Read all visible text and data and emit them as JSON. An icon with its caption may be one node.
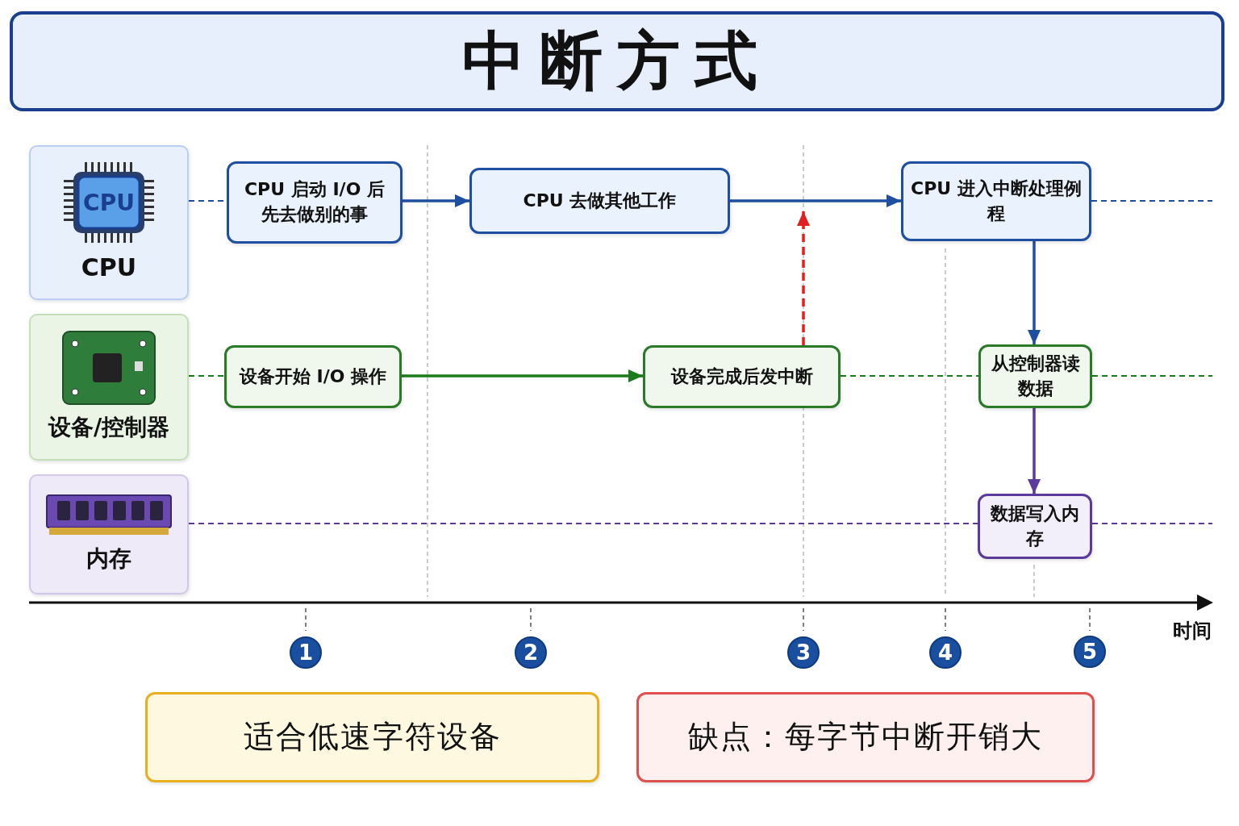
{
  "diagram": {
    "title": "中断方式",
    "nodes": [
      {
        "text": [
          "CPU"
        ]
      },
      {
        "text": [
          "设备/控制器"
        ]
      },
      {
        "text": [
          "内存"
        ]
      },
      {
        "text": [
          "CPU 启动 I/O 后先去做别的事"
        ]
      },
      {
        "text": [
          "CPU 去做其他工作"
        ]
      },
      {
        "text": [
          "CPU 进入中断处理例程"
        ]
      },
      {
        "text": [
          "设备开始 I/O 操作"
        ]
      },
      {
        "text": [
          "设备完成后发中断"
        ]
      },
      {
        "text": [
          "从控制器读数据"
        ]
      },
      {
        "text": [
          "数据写入内存"
        ]
      },
      {
        "text": [
          "1"
        ]
      },
      {
        "text": [
          "2"
        ]
      },
      {
        "text": [
          "3"
        ]
      },
      {
        "text": [
          "4"
        ]
      },
      {
        "text": [
          "5"
        ]
      },
      {
        "text": [
          "适合低速字符设备"
        ]
      },
      {
        "text": [
          "缺点：每字节中断开销大"
        ]
      }
    ],
    "edges": [
      {
        "from": 3,
        "to": 4,
        "arrow": "to",
        "color": "#1f4fa0"
      },
      {
        "from": 4,
        "to": 5,
        "arrow": "to",
        "color": "#1f4fa0"
      },
      {
        "from": 7,
        "to": null,
        "arrow": "to",
        "style": "dashed",
        "color": "#e02020"
      },
      {
        "from": 5,
        "to": 8,
        "arrow": "to",
        "color": "#1f4fa0"
      },
      {
        "from": 6,
        "to": 7,
        "arrow": "to",
        "color": "#1b7a1b"
      },
      {
        "from": 8,
        "to": 9,
        "arrow": "to",
        "color": "#5b3a9a"
      },
      {
        "from": 0,
        "to": 3,
        "arrow": "none",
        "style": "dashed",
        "color": "#1f4fa0"
      },
      {
        "from": 5,
        "to": null,
        "arrow": "none",
        "style": "dashed",
        "color": "#1f4fa0"
      },
      {
        "from": 1,
        "to": 6,
        "arrow": "none",
        "style": "dashed",
        "color": "#1b7a1b"
      },
      {
        "from": 7,
        "to": 8,
        "arrow": "none",
        "style": "dashed",
        "color": "#1b7a1b"
      },
      {
        "from": 8,
        "to": null,
        "arrow": "none",
        "style": "dashed",
        "color": "#1b7a1b"
      },
      {
        "from": 2,
        "to": 9,
        "arrow": "none",
        "style": "dashed",
        "color": "#5b3a9a"
      },
      {
        "from": 9,
        "to": null,
        "arrow": "none",
        "style": "dashed",
        "color": "#5b3a9a"
      }
    ],
    "labels": [
      "CPU",
      "时间"
    ]
  }
}
